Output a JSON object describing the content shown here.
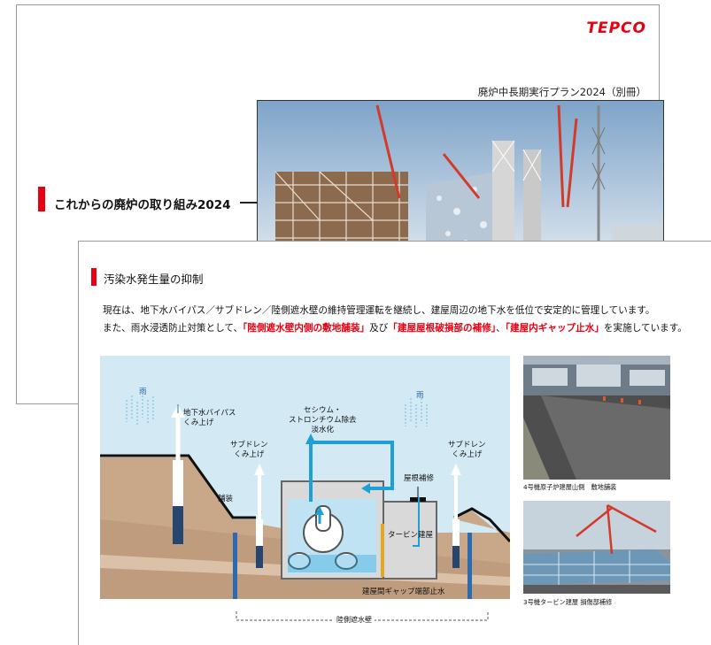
{
  "cover": {
    "logo": "TEPCO",
    "plan_title": "廃炉中長期実行プラン2024（別冊）",
    "title": "これからの廃炉の取り組み2024"
  },
  "page": {
    "section_title": "汚染水発生量の抑制",
    "para1": "現在は、地下水バイパス／サブドレン／陸側遮水壁の維持管理運転を継続し、建屋周辺の地下水を低位で安定的に管理しています。",
    "para2_a": "また、雨水浸透防止対策として、",
    "para2_h1": "「陸側遮水壁内側の敷地舗装」",
    "para2_b": "及び",
    "para2_h2": "「建屋屋根破損部の補修」",
    "para2_c": "、",
    "para2_h3": "「建屋内ギャップ止水」",
    "para2_d": "を実施しています。"
  },
  "diagram": {
    "rain_left": "雨",
    "rain_right": "雨",
    "bypass": "地下水バイパス\nくみ上げ",
    "cesium": "セシウム・\nストロンチウム除去\n淡水化",
    "roof_repair": "屋根補修",
    "subdrain_left": "サブドレン\nくみ上げ",
    "subdrain_right": "サブドレン\nくみ上げ",
    "paving": "舗装",
    "turbine": "タービン建屋",
    "gap": "建屋間ギャップ端部止水",
    "wall": "陸側遮水壁"
  },
  "photos": {
    "caption1": "4号機原子炉建屋山側　敷地舗装",
    "caption2": "3号機タービン建屋 損傷部補修"
  },
  "colors": {
    "accent_red": "#e60012",
    "water_blue": "#1e9fd6",
    "soil": "#c9a88a"
  }
}
